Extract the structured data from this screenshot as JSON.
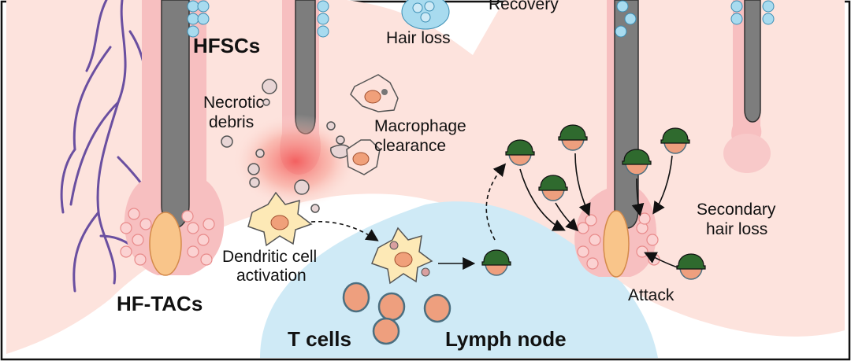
{
  "labels": {
    "recovery": "Recovery",
    "hair_loss": "Hair loss",
    "hfscs": "HFSCs",
    "necrotic_line1": "Necrotic",
    "necrotic_line2": "debris",
    "macrophage_line1": "Macrophage",
    "macrophage_line2": "clearance",
    "dendritic_line1": "Dendritic cell",
    "dendritic_line2": "activation",
    "hf_tacs": "HF-TACs",
    "secondary_line1": "Secondary",
    "secondary_line2": "hair loss",
    "attack": "Attack",
    "t_cells": "T cells",
    "lymph_node": "Lymph node"
  },
  "colors": {
    "skin_pink": "#fde3dd",
    "follicle_pink": "#f7bfc0",
    "hair_gray": "#7d7d7d",
    "stem_cell_blue": "#a8dbef",
    "lymph_blue": "#cfeaf6",
    "vessel_purple": "#6a4fa0",
    "helmet_green": "#2f6a2e",
    "tcell_orange": "#ee9f7e",
    "dendritic_yellow": "#fde9b6",
    "inflammation_red": "#f07c7c"
  }
}
